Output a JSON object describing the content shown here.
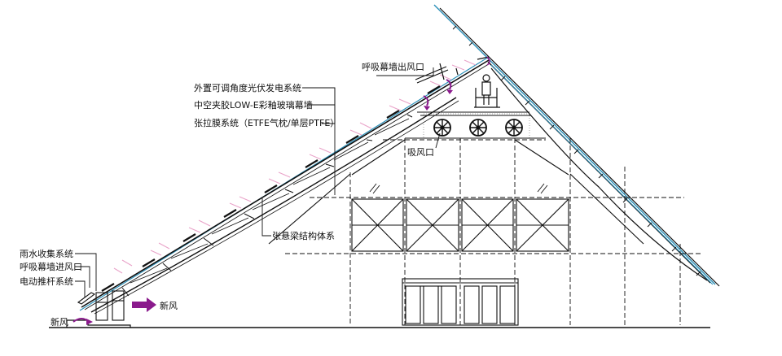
{
  "annotations": {
    "pv_system": "外置可调角度光伏发电系统",
    "glass_curtain": "中空夹胶LOW-E彩釉玻璃幕墙",
    "membrane_system": "张拉膜系统（ETFE气枕/单层PTFE）",
    "breathing_outlet": "呼吸幕墙出风口",
    "suction_inlet": "吸风口",
    "cable_truss": "张悬梁结构体系",
    "rainwater": "雨水收集系统",
    "breathing_inlet": "呼吸幕墙进风口",
    "actuator": "电动推杆系统",
    "fresh_air_left": "新风",
    "fresh_air_right": "新风"
  },
  "colors": {
    "line": "#111111",
    "glass_blue": "#2a8fb8",
    "pink_ray": "#e9a3c9",
    "arrow_purple": "#8a1a8c"
  },
  "icons": {
    "fans": "fan-icon",
    "person": "person-icon"
  }
}
